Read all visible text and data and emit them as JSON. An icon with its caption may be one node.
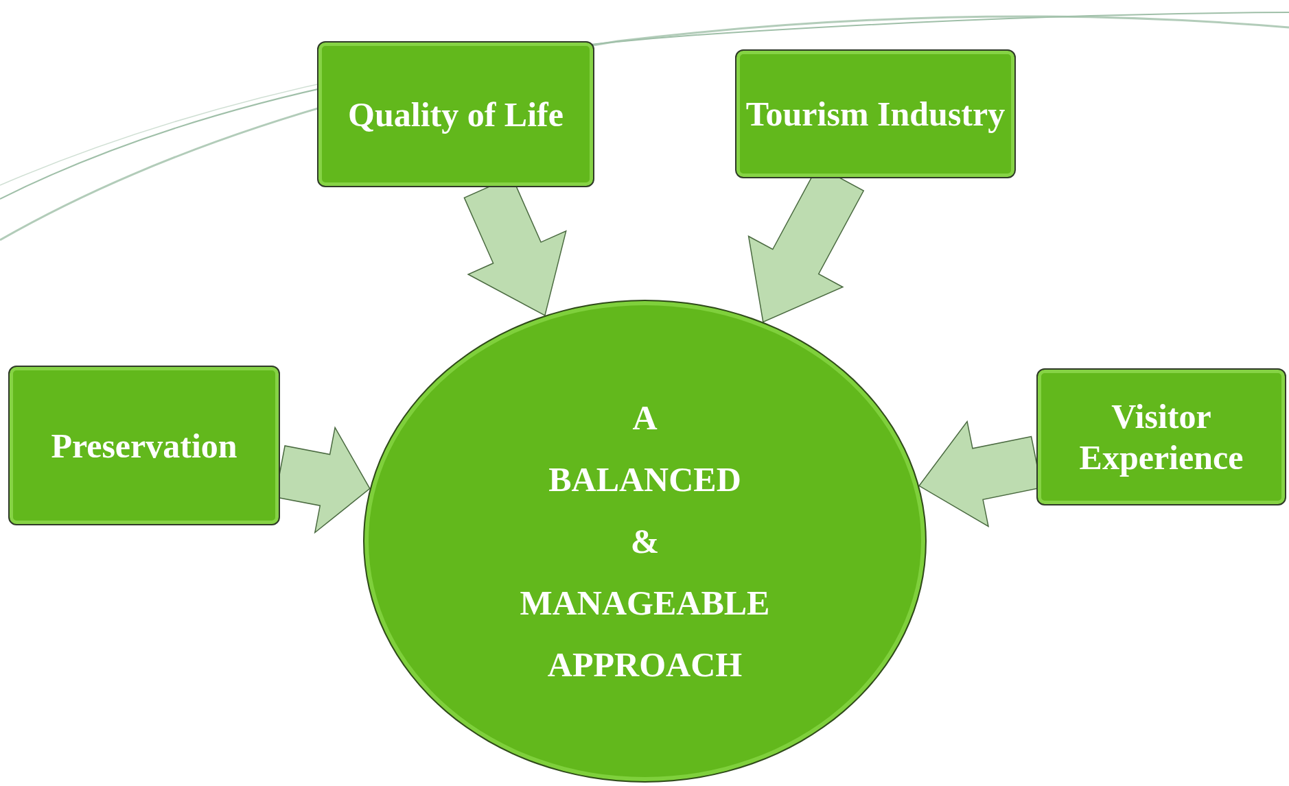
{
  "diagram": {
    "nodes": [
      {
        "text": [
          "Quality of Life"
        ]
      },
      {
        "text": [
          "Tourism Industry"
        ]
      },
      {
        "text": [
          "Preservation"
        ]
      },
      {
        "text": [
          "Visitor Experience"
        ]
      },
      {
        "text": [
          "A BALANCED & MANAGEABLE APPROACH"
        ]
      }
    ],
    "edges": [
      {
        "from": 0,
        "to": 4,
        "arrow": "to"
      },
      {
        "from": 1,
        "to": 4,
        "arrow": "to"
      },
      {
        "from": 2,
        "to": 4,
        "arrow": "to"
      },
      {
        "from": 3,
        "to": 4,
        "arrow": "to"
      }
    ]
  }
}
